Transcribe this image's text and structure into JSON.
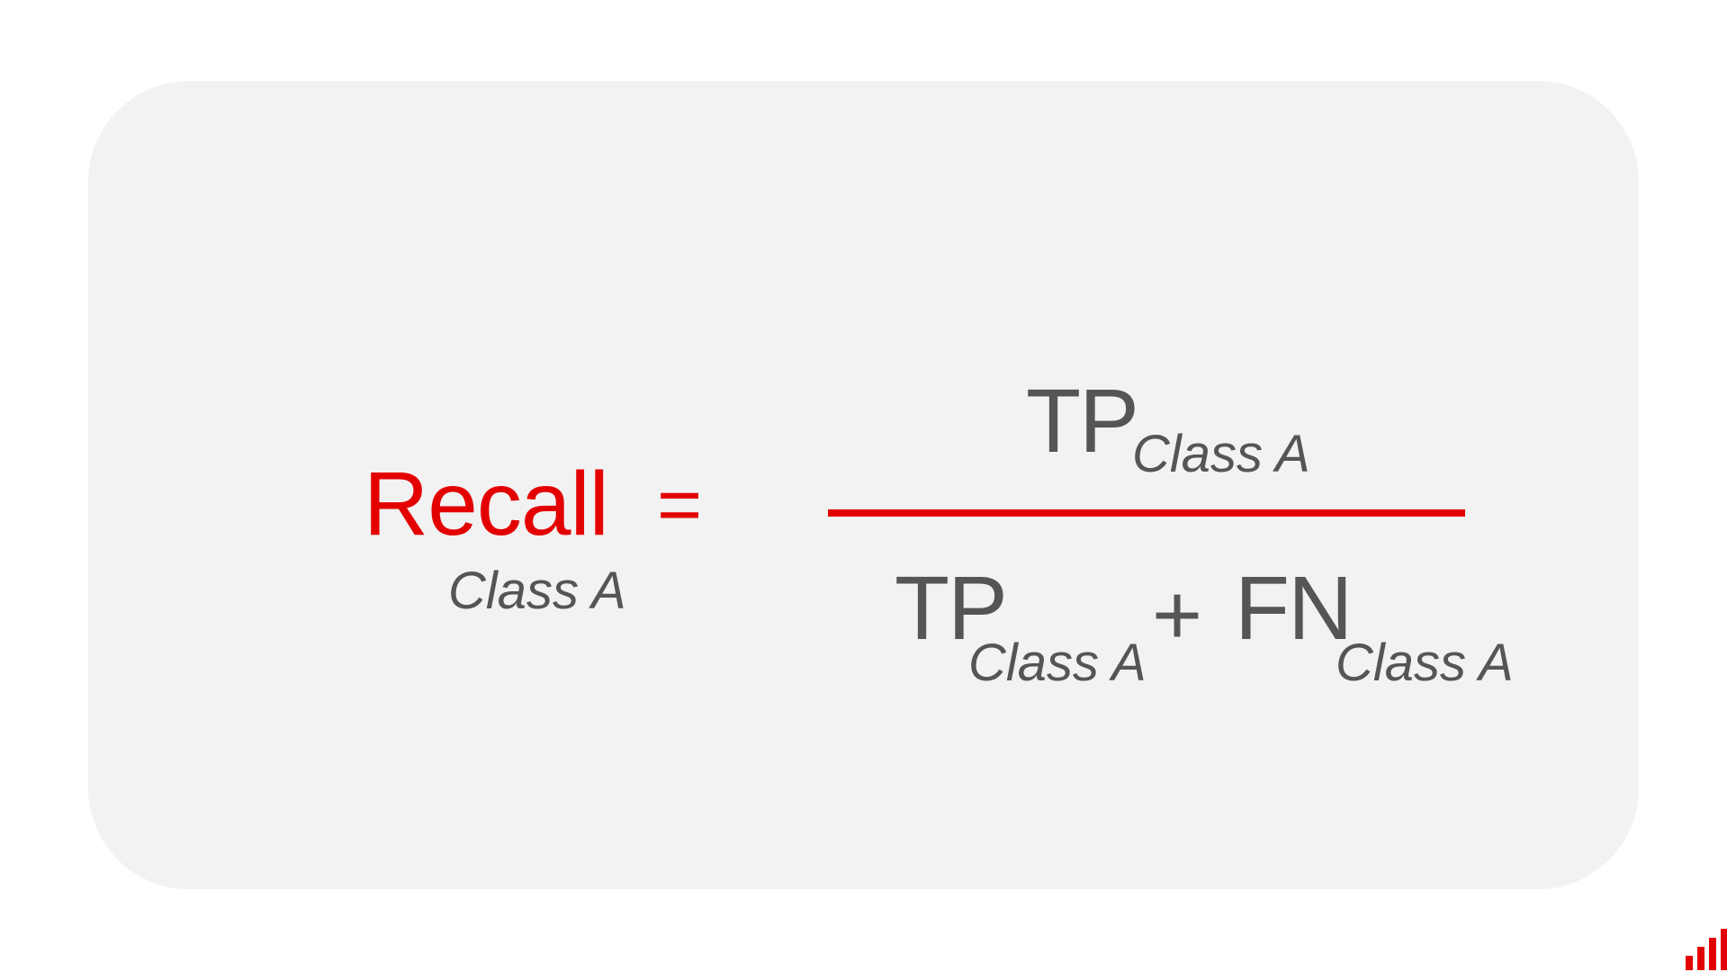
{
  "formula": {
    "lhs": {
      "label": "Recall",
      "subscript": "Class A",
      "equals": "="
    },
    "numerator": {
      "term": "TP",
      "subscript": "Class A"
    },
    "denominator": {
      "term1": "TP",
      "term1_subscript": "Class A",
      "operator": "+",
      "term2": "FN",
      "term2_subscript": "Class A"
    }
  },
  "colors": {
    "accent": "#e30000",
    "text": "#555555",
    "card_background": "#f2f2f2"
  },
  "logo": {
    "icon": "bar-chart-logo-icon"
  }
}
